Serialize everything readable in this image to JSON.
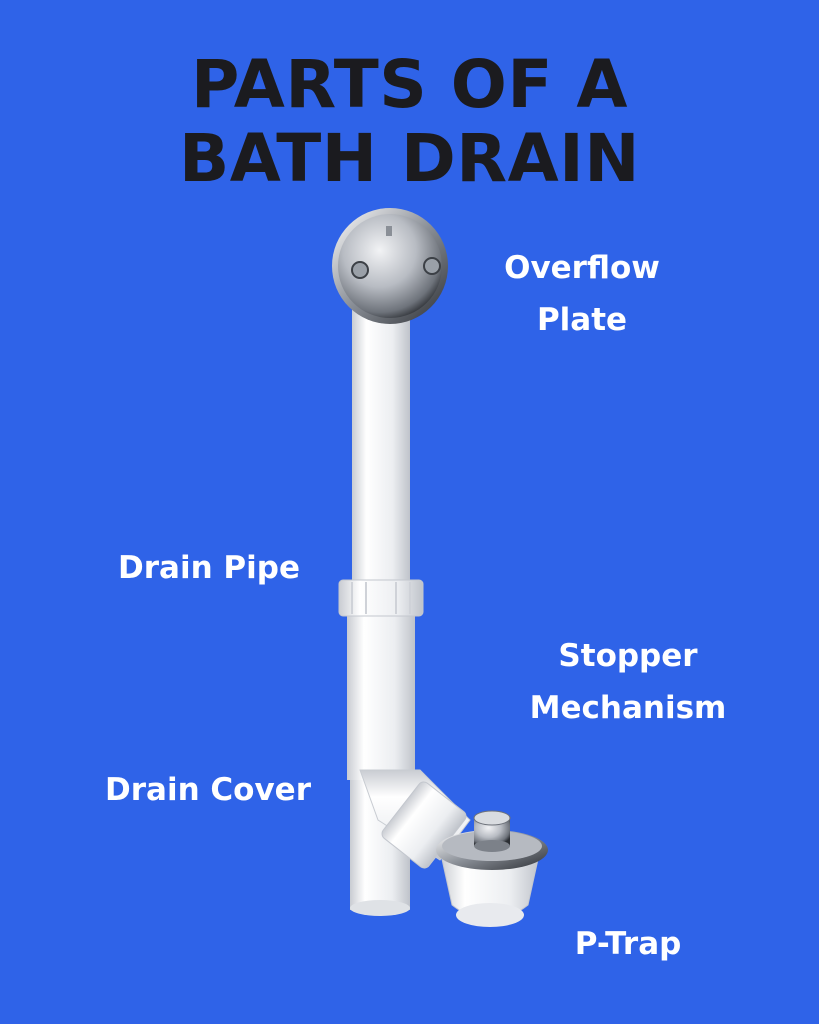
{
  "title": {
    "line1": "PARTS OF A",
    "line2": "BATH DRAIN"
  },
  "labels": {
    "overflow_plate": {
      "line1": "Overflow",
      "line2": "Plate"
    },
    "drain_pipe": "Drain Pipe",
    "stopper_mechanism": {
      "line1": "Stopper",
      "line2": "Mechanism"
    },
    "drain_cover": "Drain Cover",
    "p_trap": "P-Trap"
  },
  "colors": {
    "background": "#2f63e8",
    "title_text": "#1b1b1f",
    "label_text": "#ffffff",
    "pipe_white": "#f4f5f7",
    "chrome": "#b9bdc4"
  }
}
